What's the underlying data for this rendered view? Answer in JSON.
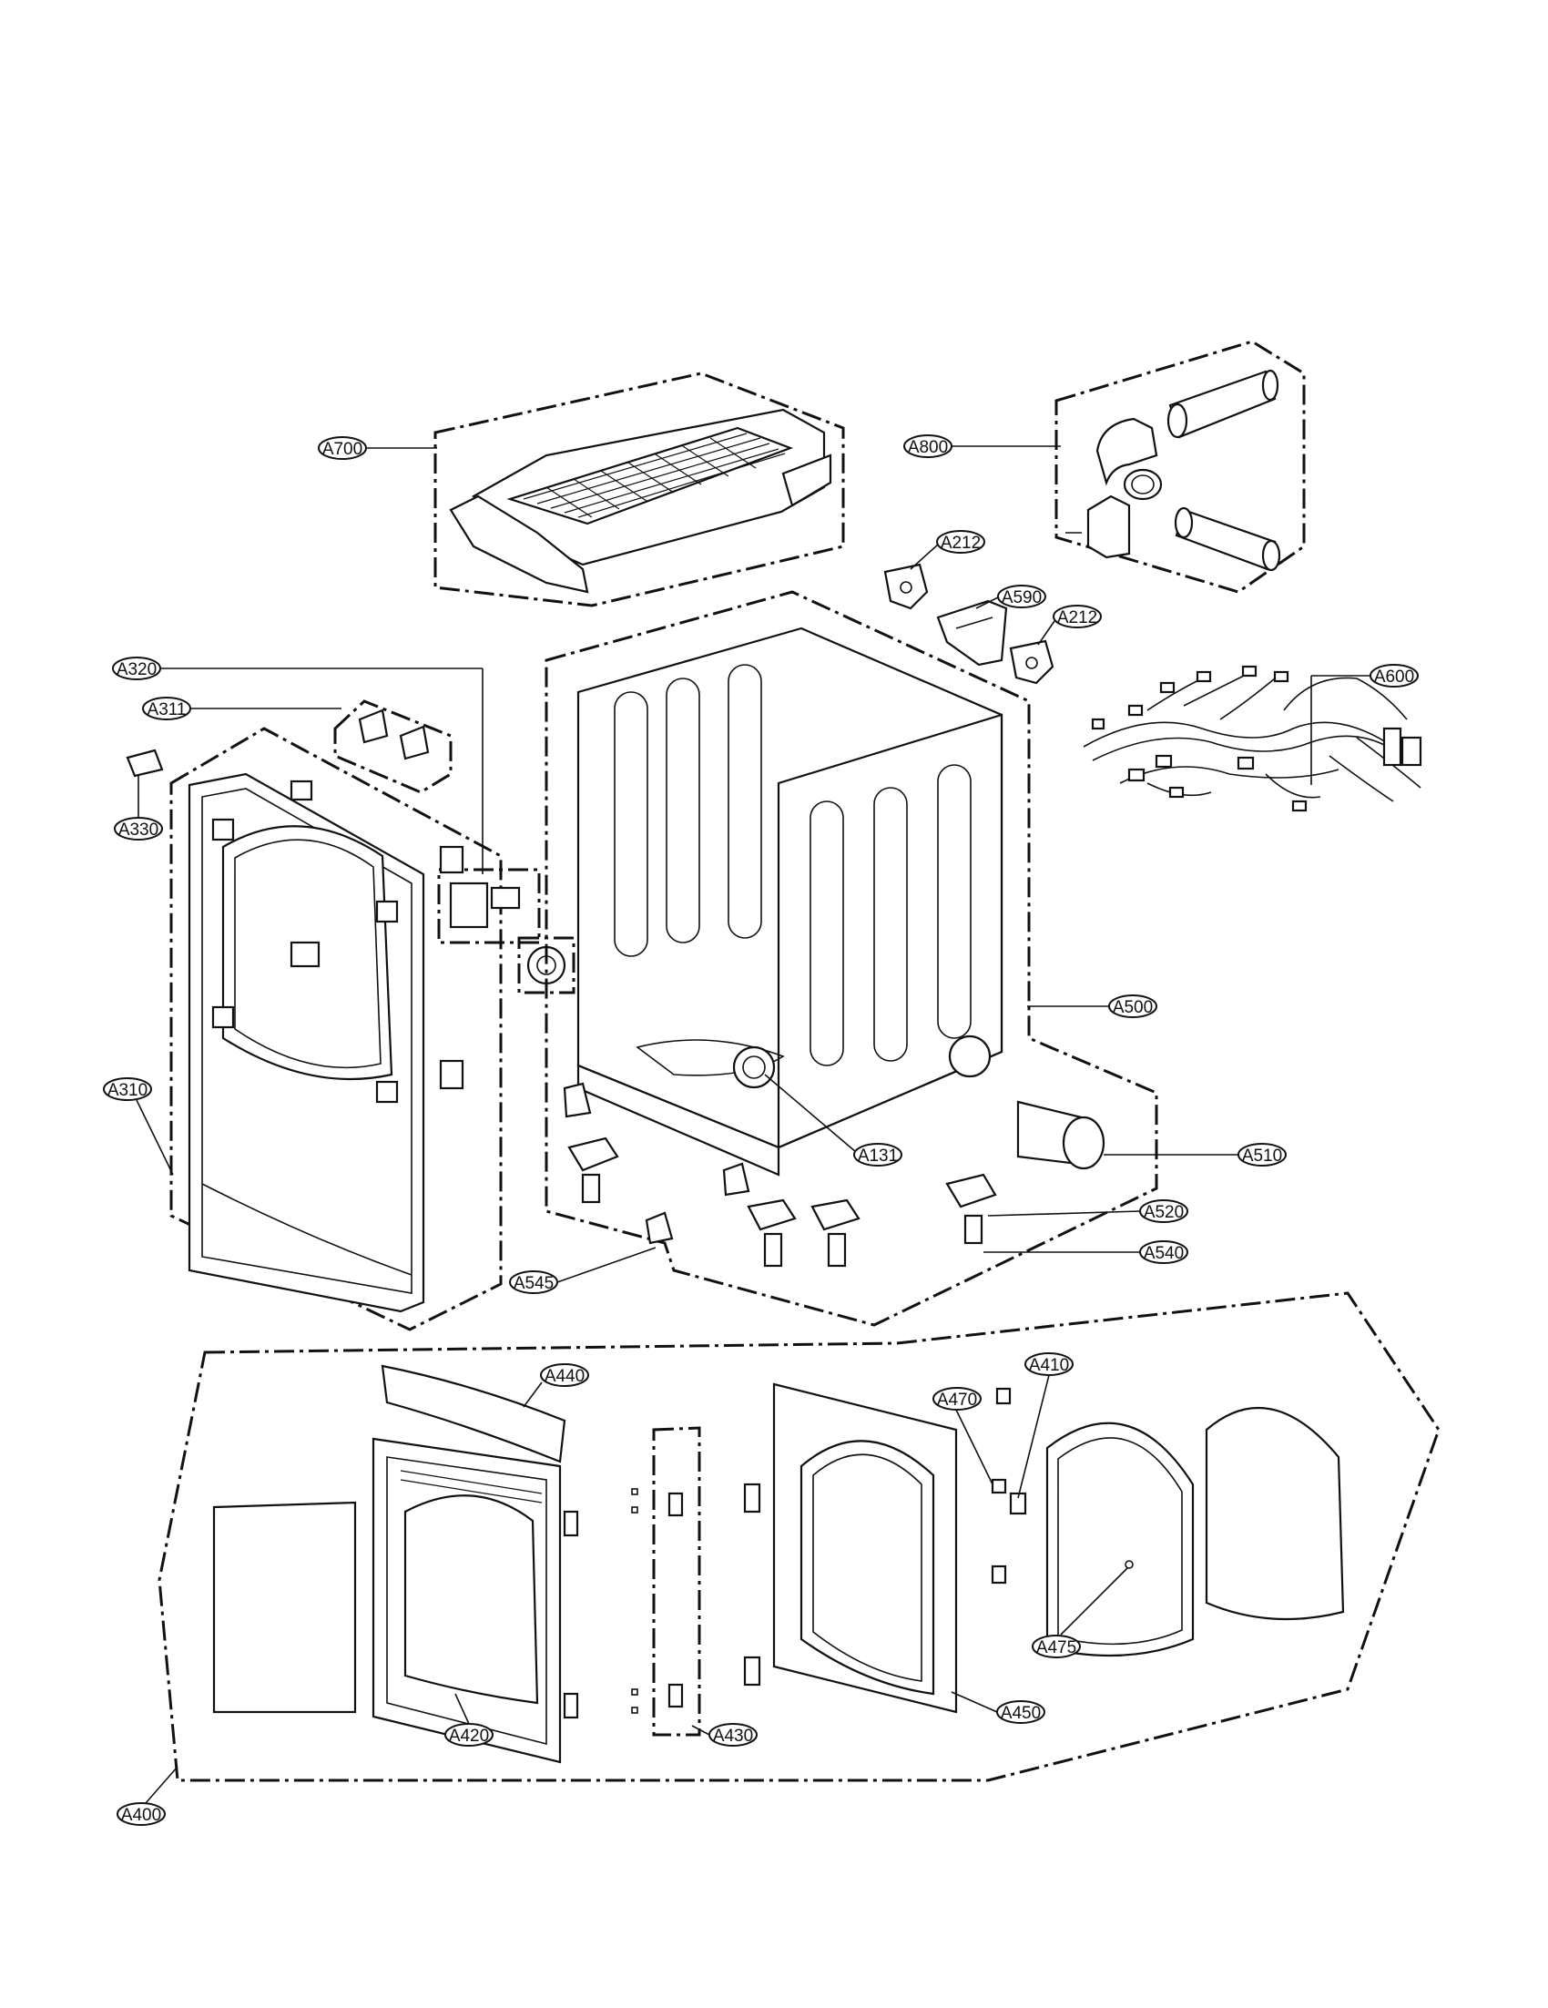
{
  "callouts": {
    "a700": "A700",
    "a800": "A800",
    "a212_left": "A212",
    "a590": "A590",
    "a212_right": "A212",
    "a600": "A600",
    "a320": "A320",
    "a311": "A311",
    "a330": "A330",
    "a500": "A500",
    "a310": "A310",
    "a131": "A131",
    "a510": "A510",
    "a520": "A520",
    "a540": "A540",
    "a545": "A545",
    "a440": "A440",
    "a470": "A470",
    "a410": "A410",
    "a420": "A420",
    "a430": "A430",
    "a450": "A450",
    "a475": "A475",
    "a400": "A400"
  }
}
